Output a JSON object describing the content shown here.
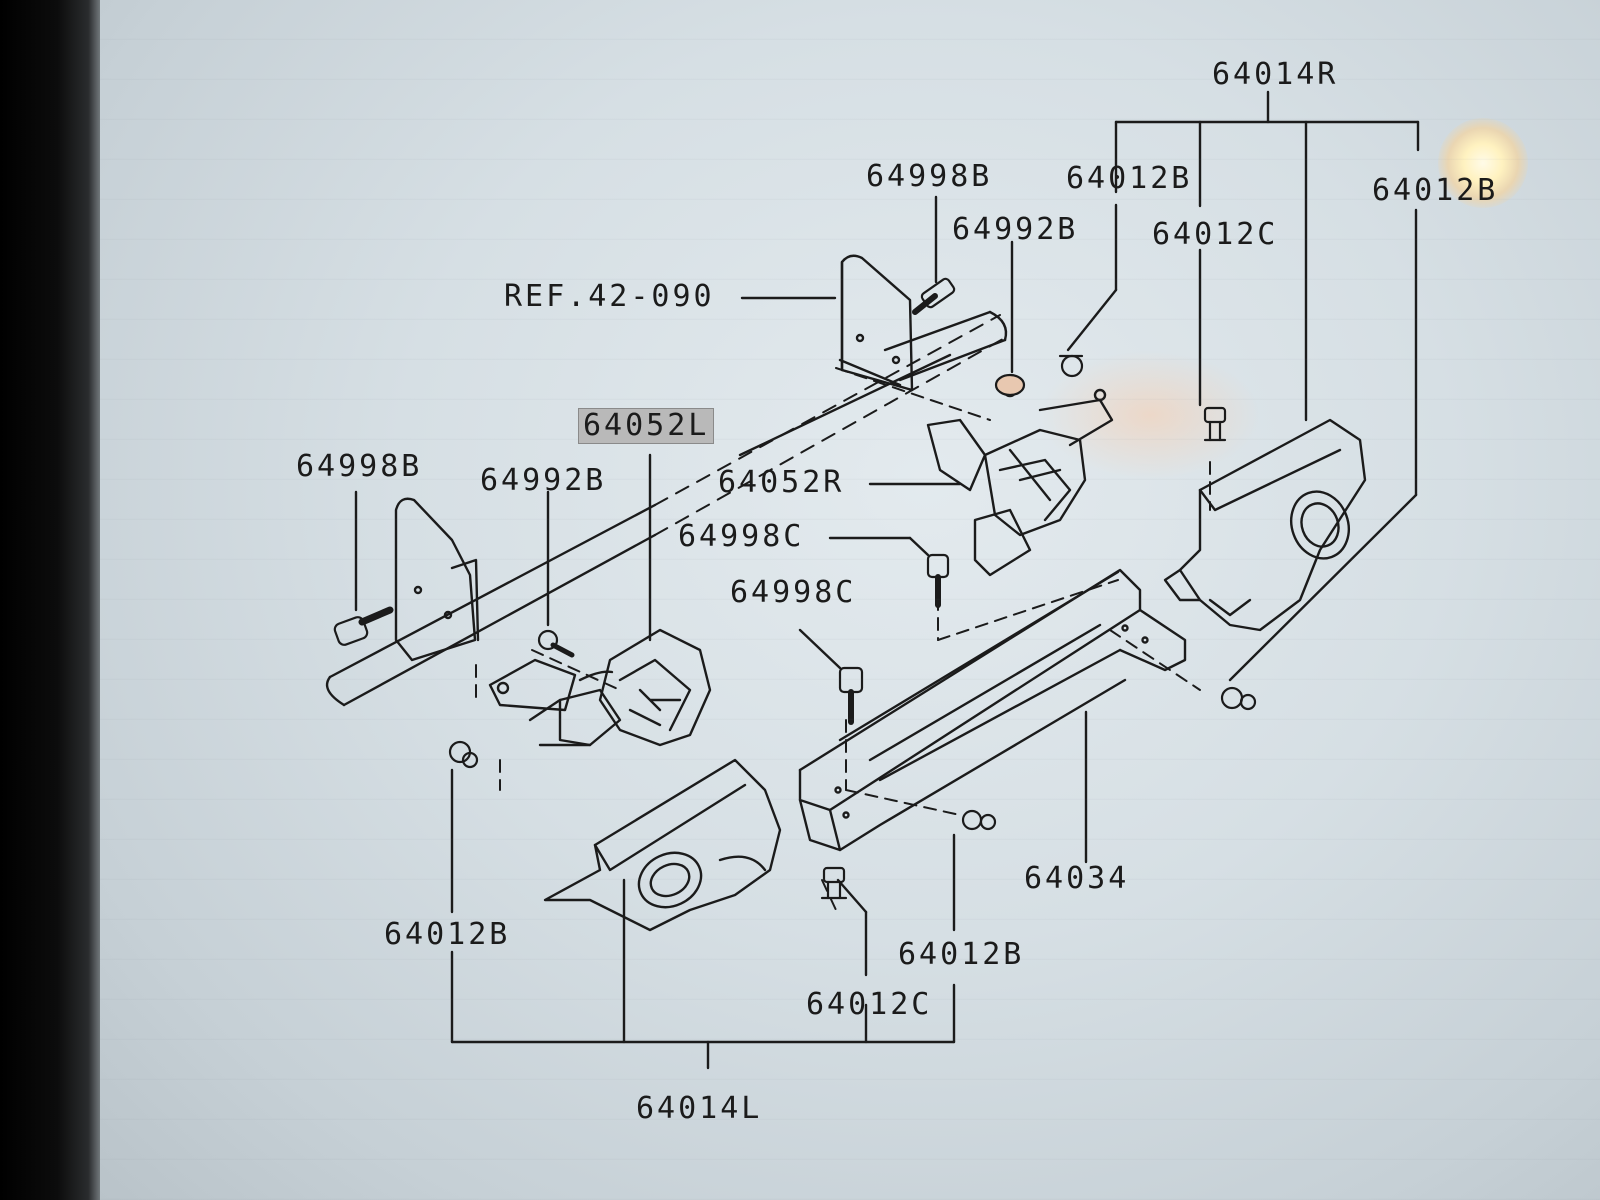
{
  "labels": {
    "top_assembly_right": "64014R",
    "bolt_64998b_top": "64998B",
    "clip_64012b_top_a": "64012B",
    "clip_64012b_top_b": "64012B",
    "clip_64992b_top": "64992B",
    "clip_64012c_top": "64012C",
    "reference": "REF.42-090",
    "bracket_left": "64052L",
    "bracket_right": "64052R",
    "bolt_64998b_left": "64998B",
    "clip_64992b_left": "64992B",
    "bolt_64998c_a": "64998C",
    "bolt_64998c_b": "64998C",
    "clip_64012b_left": "64012B",
    "clip_64012b_mid": "64012B",
    "clip_64012c_bottom": "64012C",
    "beam": "64034",
    "bottom_assembly_left": "64014L"
  },
  "colors": {
    "ink": "#1b1b1b",
    "screen": "#d6dfe4",
    "highlight": "#b9b9b9"
  }
}
